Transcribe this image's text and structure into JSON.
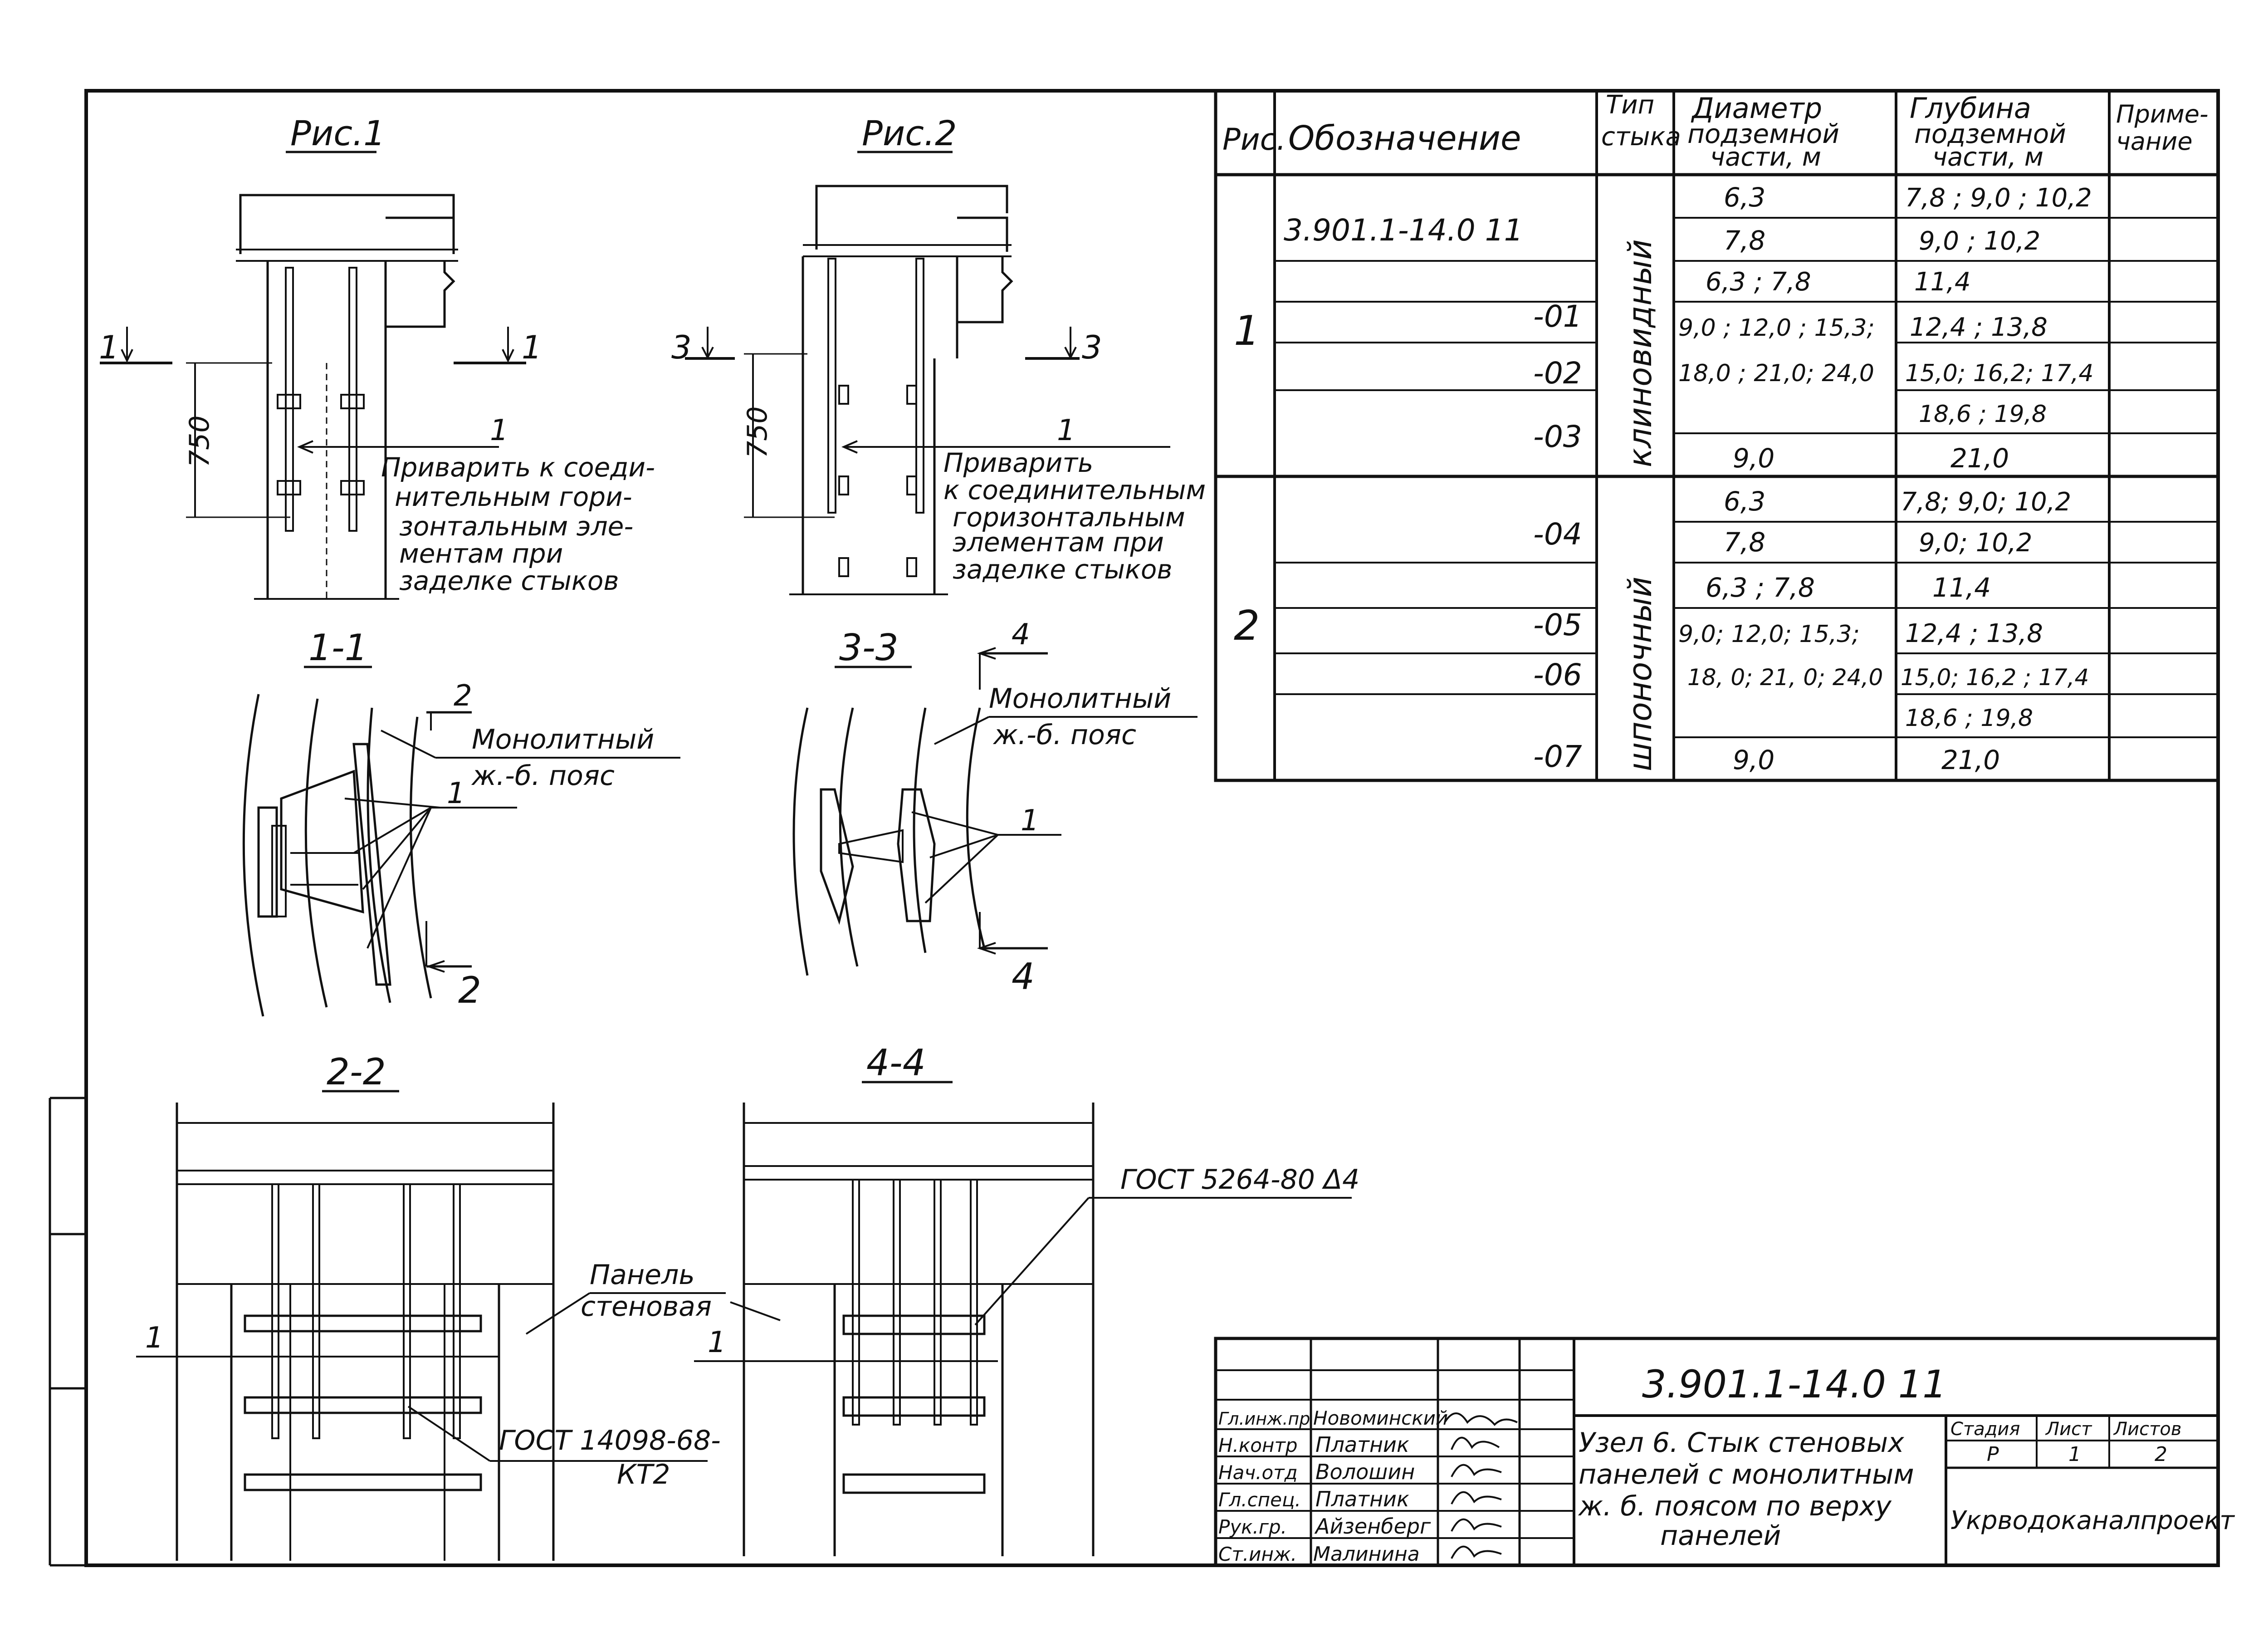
{
  "figures": {
    "fig1_title": "Рис.1",
    "fig2_title": "Рис.2",
    "dim_750": "750",
    "callout_1": "1",
    "weld_note": [
      "Приварить к соеди-",
      "нительным гори-",
      "зонтальным эле-",
      "ментам при",
      "заделке стыков"
    ],
    "weld_note_2": [
      "Приварить",
      "к соединительным",
      "горизонтальным",
      "элементам при",
      "заделке стыков"
    ],
    "cut_1": "1",
    "cut_3": "3",
    "section_1_1": "1-1",
    "section_3_3": "3-3",
    "section_2_2": "2-2",
    "section_4_4": "4-4",
    "cut_2": "2",
    "cut_4": "4",
    "monolith_belt": [
      "Монолитный",
      "ж.-б. пояс"
    ],
    "wall_panel": [
      "Панель",
      "стеновая"
    ],
    "gost_5264": "ГОСТ 5264-80 Δ4",
    "gost_14098": [
      "ГОСТ 14098-68-",
      "КТ2"
    ]
  },
  "table": {
    "headers": [
      "Рис.",
      "Обозначение",
      "Тип стыка",
      "Диаметр подземной части, м",
      "Глубина подземной части, м",
      "Приме- чание"
    ],
    "header_lines": {
      "ris": [
        "Рис."
      ],
      "oboz": [
        "Обозначение"
      ],
      "tip": [
        "Тип",
        "стыка"
      ],
      "diam": [
        "Диаметр",
        "подземной",
        "части, м"
      ],
      "glub": [
        "Глубина",
        "подземной",
        "части, м"
      ],
      "prim": [
        "Приме-",
        "чание"
      ]
    },
    "groups": [
      {
        "ris": "1",
        "type": "клиновидный",
        "designations": [
          "3.901.1-14.0  11",
          "-01",
          "-02",
          "-03"
        ],
        "rows": [
          {
            "diam": "6,3",
            "depth": "7,8 ; 9,0 ; 10,2"
          },
          {
            "diam": "7,8",
            "depth": "9,0 ; 10,2"
          },
          {
            "diam": "6,3 ; 7,8",
            "depth": "11,4"
          },
          {
            "diam": "9,0 ; 12,0 ; 15,3;",
            "depth": "12,4 ; 13,8"
          },
          {
            "diam": "18,0 ; 21,0; 24,0",
            "depth": "15,0; 16,2; 17,4"
          },
          {
            "diam": "",
            "depth": "18,6 ; 19,8"
          },
          {
            "diam": "9,0",
            "depth": "21,0"
          }
        ]
      },
      {
        "ris": "2",
        "type": "шпоночный",
        "designations": [
          "-04",
          "-05",
          "-06",
          "-07"
        ],
        "rows": [
          {
            "diam": "6,3",
            "depth": "7,8; 9,0; 10,2"
          },
          {
            "diam": "7,8",
            "depth": "9,0; 10,2"
          },
          {
            "diam": "6,3 ; 7,8",
            "depth": "11,4"
          },
          {
            "diam": "9,0; 12,0; 15,3;",
            "depth": "12,4 ; 13,8"
          },
          {
            "diam": "18, 0; 21, 0; 24,0",
            "depth": "15,0; 16,2 ; 17,4"
          },
          {
            "diam": "",
            "depth": "18,6 ; 19,8"
          },
          {
            "diam": "9,0",
            "depth": "21,0"
          }
        ]
      }
    ]
  },
  "title_block": {
    "doc_number": "3.901.1-14.0  11",
    "title_lines": [
      "Узел 6. Стык стеновых",
      "панелей с монолитным",
      "ж. б. поясом по верху",
      "панелей"
    ],
    "roles": [
      "Гл.инж.пр",
      "Н.контр",
      "Нач.отд",
      "Гл.спец.",
      "Рук.гр.",
      "Ст.инж."
    ],
    "names": [
      "Новоминский",
      "Платник",
      "Волошин",
      "Платник",
      "Айзенберг",
      "Малинина"
    ],
    "stage_label": "Стадия",
    "sheet_label": "Лист",
    "sheets_label": "Листов",
    "stage": "Р",
    "sheet": "1",
    "sheets": "2",
    "org": "Укрводоканалпроект"
  }
}
